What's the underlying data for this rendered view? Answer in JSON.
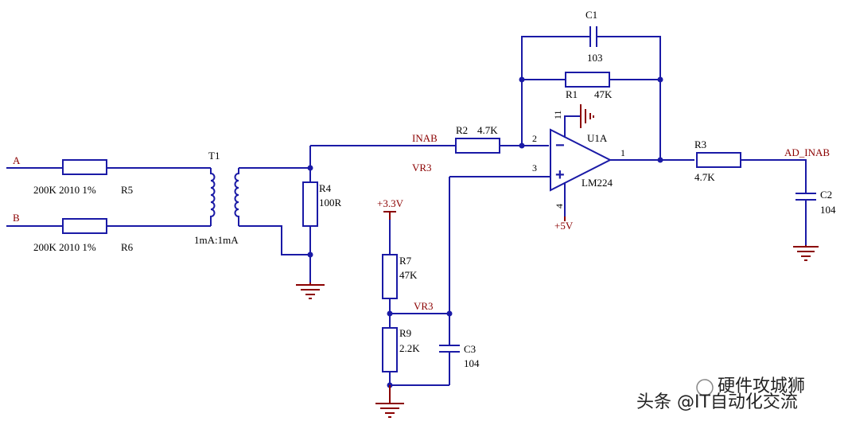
{
  "inputs": {
    "a": "A",
    "b": "B"
  },
  "components": {
    "r5": {
      "ref": "R5",
      "value": "200K 2010 1%"
    },
    "r6": {
      "ref": "R6",
      "value": "200K 2010 1%"
    },
    "t1": {
      "ref": "T1",
      "value": "1mA:1mA"
    },
    "r4": {
      "ref": "R4",
      "value": "100R"
    },
    "r2": {
      "ref": "R2",
      "value": "4.7K"
    },
    "r1": {
      "ref": "R1",
      "value": "47K"
    },
    "c1": {
      "ref": "C1",
      "value": "103"
    },
    "u1a": {
      "ref": "U1A",
      "part": "LM224",
      "pins": {
        "inv": "2",
        "noninv": "3",
        "out": "1",
        "gnd": "11",
        "vcc": "4"
      },
      "minus": "−",
      "plus": "+"
    },
    "r3": {
      "ref": "R3",
      "value": "4.7K"
    },
    "c2": {
      "ref": "C2",
      "value": "104"
    },
    "r7": {
      "ref": "R7",
      "value": "47K"
    },
    "r9": {
      "ref": "R9",
      "value": "2.2K"
    },
    "c3": {
      "ref": "C3",
      "value": "104"
    }
  },
  "nets": {
    "inab": "INAB",
    "vr3_input": "VR3",
    "vr3_divider": "VR3",
    "ad_inab": "AD_INAB",
    "supply_3v3": "+3.3V",
    "supply_5v": "+5V"
  },
  "watermark": {
    "line1": "硬件攻城狮",
    "line2": "头条 @IT自动化交流"
  }
}
